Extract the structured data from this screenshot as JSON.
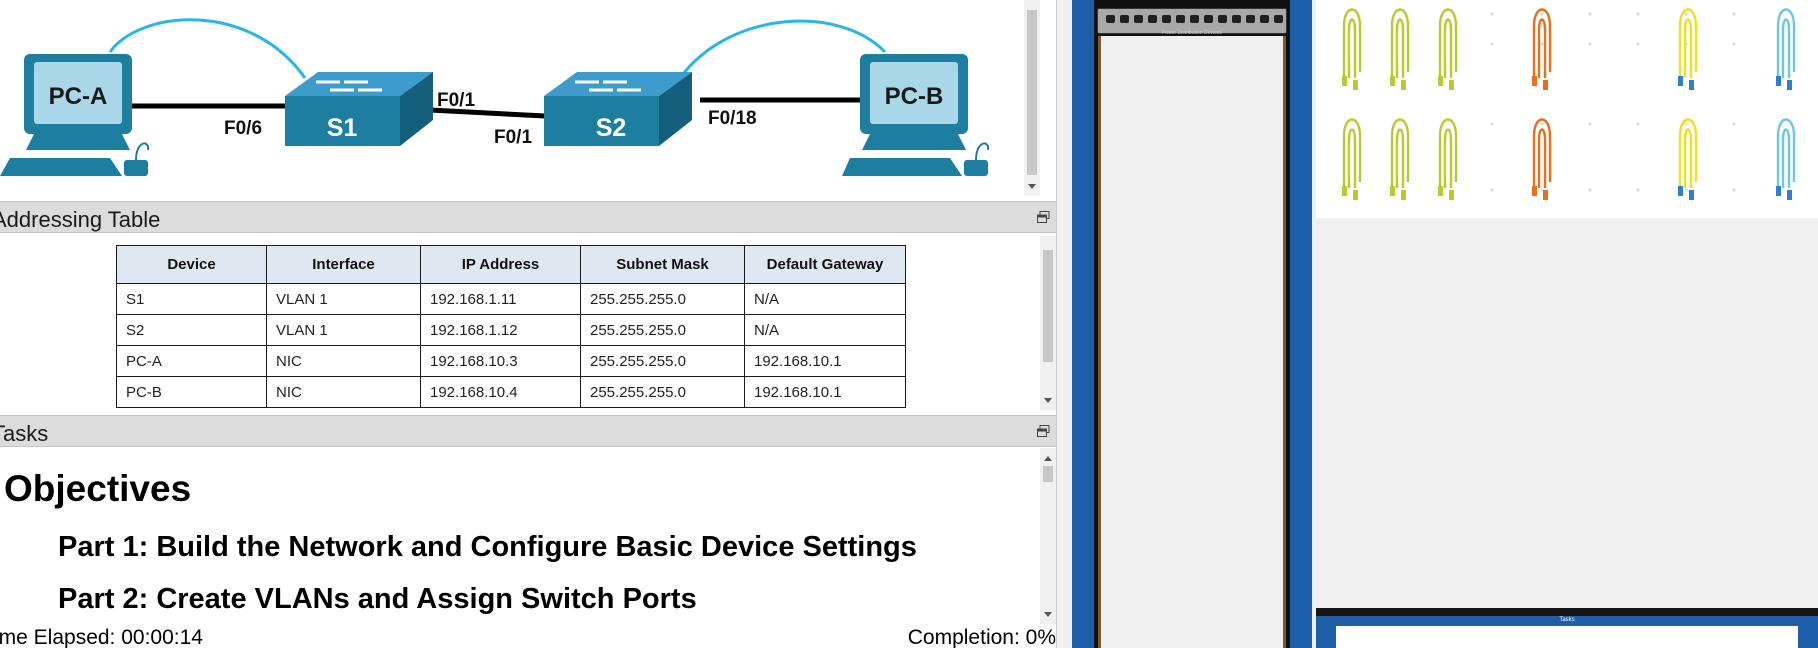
{
  "topology": {
    "devices": [
      "PC-A",
      "S1",
      "S2",
      "PC-B"
    ],
    "ports": {
      "s1_pc": "F0/6",
      "s1_s2": "F0/1",
      "s2_s1": "F0/1",
      "s2_pc": "F0/18"
    }
  },
  "addressing": {
    "header": "Addressing Table",
    "columns": [
      "Device",
      "Interface",
      "IP Address",
      "Subnet Mask",
      "Default Gateway"
    ],
    "rows": [
      [
        "S1",
        "VLAN 1",
        "192.168.1.11",
        "255.255.255.0",
        "N/A"
      ],
      [
        "S2",
        "VLAN 1",
        "192.168.1.12",
        "255.255.255.0",
        "N/A"
      ],
      [
        "PC-A",
        "NIC",
        "192.168.10.3",
        "255.255.255.0",
        "192.168.10.1"
      ],
      [
        "PC-B",
        "NIC",
        "192.168.10.4",
        "255.255.255.0",
        "192.168.10.1"
      ]
    ]
  },
  "tasks": {
    "header": "Tasks",
    "heading": "Objectives",
    "parts": [
      "Part 1: Build the Network and Configure Basic Device Settings",
      "Part 2: Create VLANs and Assign Switch Ports"
    ]
  },
  "status": {
    "elapsed": "ime Elapsed: 00:00:14",
    "completion": "Completion: 0%"
  },
  "rack": {
    "shelf_label": "Power Distribution Device0"
  },
  "mini_window": {
    "label": "Tasks"
  },
  "cable_colors": {
    "lime": "#b5cc2e",
    "orange": "#e8701a",
    "yellow": "#f0e020",
    "cyan": "#6cc7e0",
    "blue_tip": "#2d7fd6"
  }
}
